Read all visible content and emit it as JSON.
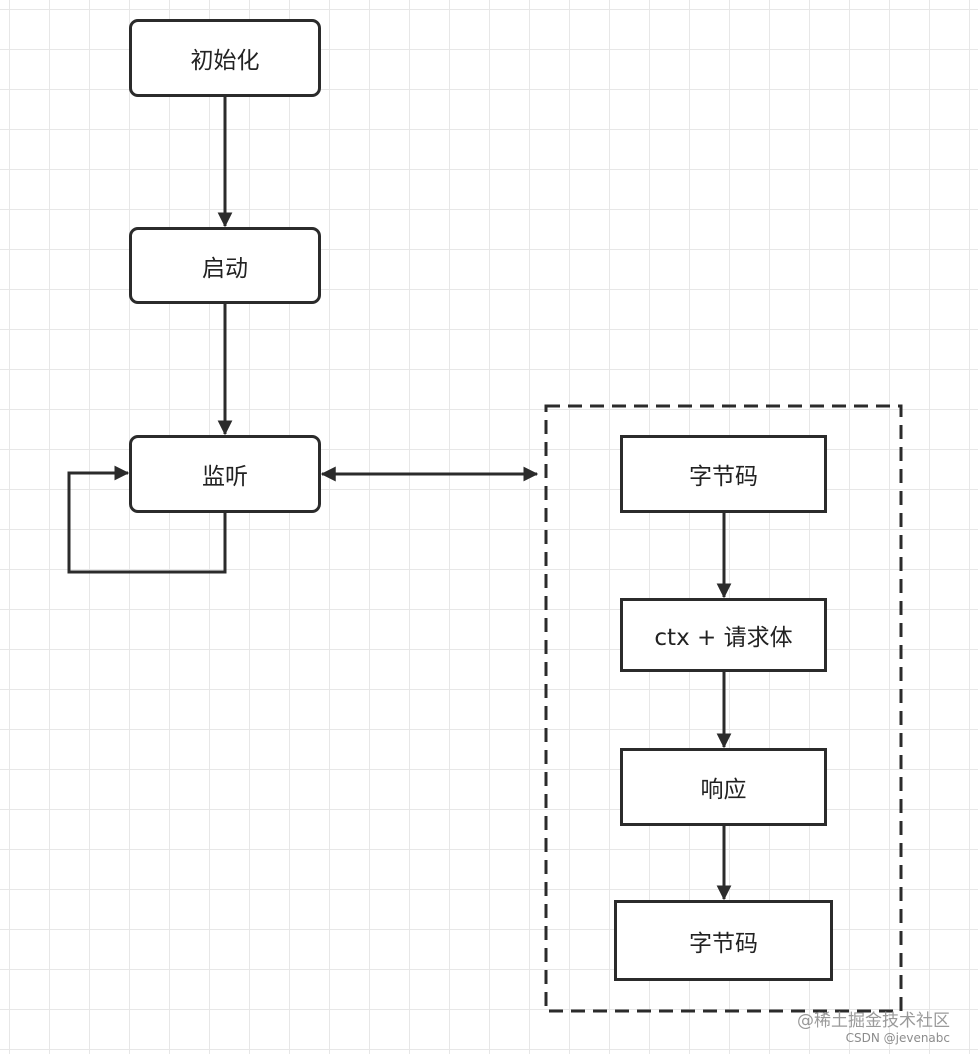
{
  "diagram": {
    "nodes": {
      "init": "初始化",
      "start": "启动",
      "listen": "监听",
      "bytecode_in": "字节码",
      "ctx_body": "ctx + 请求体",
      "response": "响应",
      "bytecode_out": "字节码"
    }
  },
  "watermark": {
    "line1": "@稀土掘金技术社区",
    "line2": "CSDN @jevenabc"
  },
  "colors": {
    "stroke": "#2b2b2b",
    "grid": "#e7e7e7",
    "background": "#ffffff"
  }
}
